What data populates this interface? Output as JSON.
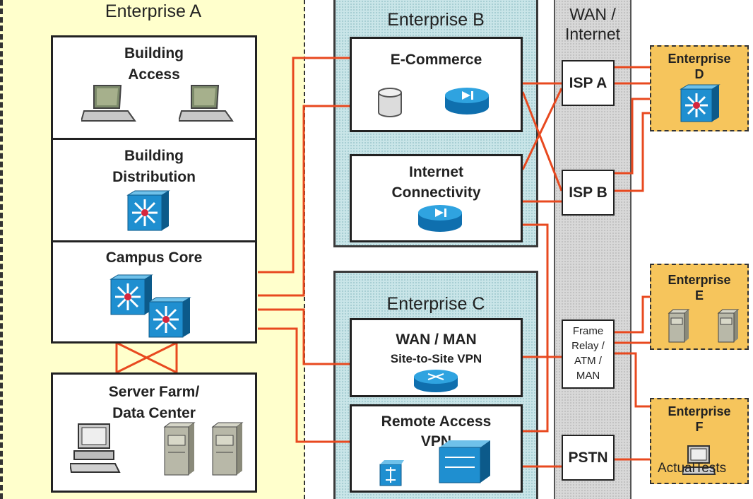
{
  "enterprise_a": {
    "title": "Enterprise A",
    "modules": {
      "building_access": "Building\nAccess",
      "building_distribution": "Building\nDistribution",
      "campus_core": "Campus Core",
      "server_farm": "Server Farm/\nData Center"
    }
  },
  "enterprise_b": {
    "title": "Enterprise B",
    "modules": {
      "ecommerce": "E-Commerce",
      "internet_connectivity": "Internet\nConnectivity"
    }
  },
  "enterprise_c": {
    "title": "Enterprise C",
    "modules": {
      "wan_man_title": "WAN / MAN",
      "wan_man_subtitle": "Site-to-Site VPN",
      "remote_access": "Remote Access\nVPN"
    }
  },
  "wan": {
    "title": "WAN /\nInternet",
    "isp_a": "ISP A",
    "isp_b": "ISP B",
    "frame_relay": "Frame\nRelay /\nATM /\nMAN",
    "pstn": "PSTN"
  },
  "external": {
    "d": "Enterprise\nD",
    "e": "Enterprise\nE",
    "f": "Enterprise\nF"
  },
  "watermark": "ActualTests",
  "colors": {
    "link": "#e8491f",
    "enterprise_a_bg": "#ffffcc",
    "enterprise_bc_bg": "#c9e5e8",
    "wan_bg": "#d8d8d8",
    "external_bg": "#f6c55c",
    "device_blue": "#1f8fd0"
  }
}
